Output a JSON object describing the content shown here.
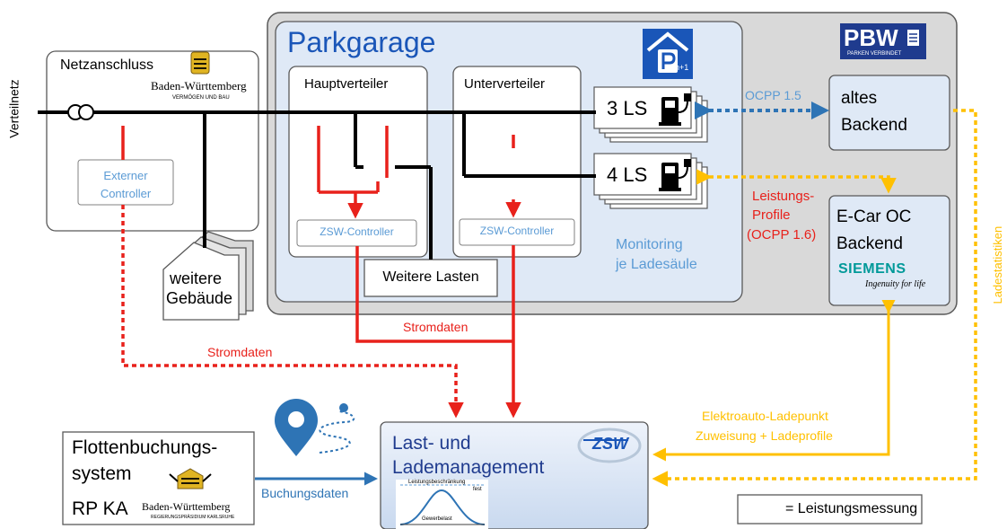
{
  "labels": {
    "verteilnetz": "Verteilnetz",
    "netzanschluss": "Netzanschluss",
    "bw_logo_top": "Baden-Württemberg",
    "bw_logo_sub": "VERMÖGEN UND BAU",
    "externer_controller": "Externer Controller",
    "parkgarage": "Parkgarage",
    "hauptverteiler": "Hauptverteiler",
    "unterverteiler": "Unterverteiler",
    "ls3": "3 LS",
    "ls4": "4 LS",
    "zsw_controller_1": "ZSW-Controller",
    "zsw_controller_2": "ZSW-Controller",
    "weitere_lasten": "Weitere Lasten",
    "weitere_gebaeude_1": "weitere",
    "weitere_gebaeude_2": "Gebäude",
    "monitoring_1": "Monitoring",
    "monitoring_2": "je Ladesäule",
    "pbw_logo": "PBW",
    "pbw_sub": "PARKEN VERBINDET",
    "pn1_sub": "n+1",
    "ocpp15": "OCPP 1.5",
    "altes_backend_1": "altes",
    "altes_backend_2": "Backend",
    "leistungs_1": "Leistungs-",
    "leistungs_2": "Profile",
    "leistungs_3": "(OCPP 1.6)",
    "ecar_1": "E-Car OC",
    "ecar_2": "Backend",
    "siemens": "SIEMENS",
    "siemens_tag": "Ingenuity for life",
    "ladestatistiken": "Ladestatistiken",
    "stromdaten_1": "Stromdaten",
    "stromdaten_2": "Stromdaten",
    "flotten_1": "Flottenbuchungs-",
    "flotten_2": "system",
    "flotten_3": "RP KA",
    "bw_logo_bottom": "Baden-Württemberg",
    "bw_logo_bottom_sub": "REGIERUNGSPRÄSIDIUM KARLSRUHE",
    "buchungsdaten": "Buchungsdaten",
    "lastmgmt_1": "Last- und",
    "lastmgmt_2": "Lademanagement",
    "zsw_logo": "ZSW",
    "mini_top": "Leistungsbeschränkung",
    "mini_fest": "fest",
    "mini_gewerbe": "Gewerbelast",
    "elektro_1": "Elektroauto-Ladepunkt",
    "elektro_2": "Zuweisung + Ladeprofile",
    "legend": "= Leistungsmessung"
  },
  "colors": {
    "red": "#e8211b",
    "blue": "#2e74b5",
    "yellow": "#ffc000",
    "label_blue": "#5b9bd5",
    "garage_fill": "#dfe9f6",
    "outer_fill": "#d9d9d9",
    "logo_navy": "#1f3b8e"
  },
  "icons": {
    "measurement": "leistungsmessung-double-arrow-icon",
    "parking": "parking-p-n-plus-1-icon",
    "charger": "charging-station-icon",
    "location": "map-pin-route-icon"
  }
}
